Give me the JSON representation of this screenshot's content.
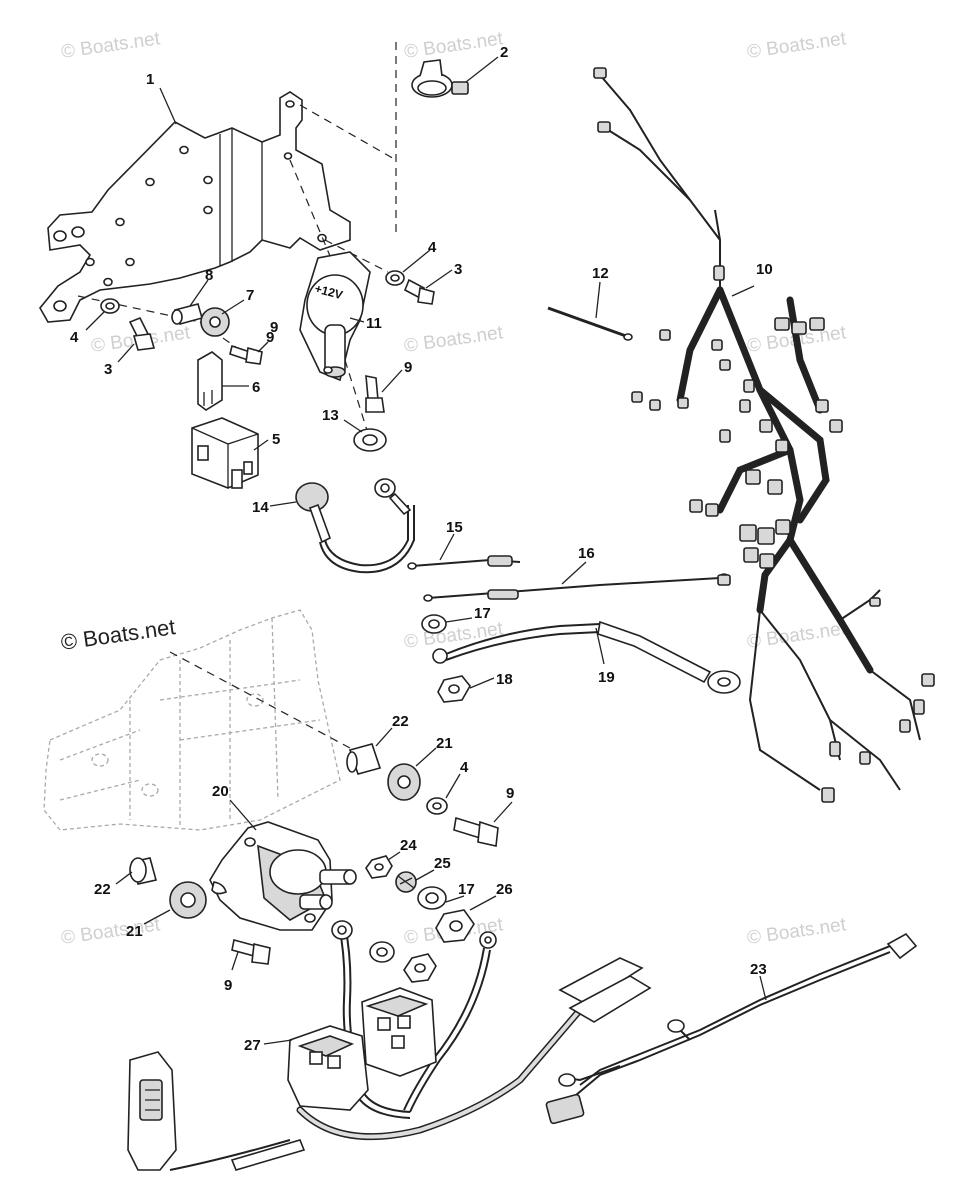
{
  "watermarks": [
    {
      "id": "wm-1",
      "text": "© Boats.net"
    },
    {
      "id": "wm-2",
      "text": "© Boats.net"
    },
    {
      "id": "wm-3",
      "text": "© Boats.net"
    },
    {
      "id": "wm-4",
      "text": "© Boats.net"
    },
    {
      "id": "wm-5",
      "text": "© Boats.net"
    },
    {
      "id": "wm-6",
      "text": "© Boats.net"
    },
    {
      "id": "wm-7",
      "text": "© Boats.net"
    },
    {
      "id": "wm-8",
      "text": "© Boats.net"
    },
    {
      "id": "wm-9",
      "text": "© Boats.net"
    },
    {
      "id": "wm-10",
      "text": "© Boats.net"
    }
  ],
  "component_label": "+12V",
  "callouts": [
    "1",
    "2",
    "3",
    "4",
    "3",
    "4",
    "5",
    "6",
    "7",
    "8",
    "9",
    "9",
    "10",
    "11",
    "9",
    "12",
    "13",
    "14",
    "15",
    "16",
    "17",
    "18",
    "19",
    "22",
    "21",
    "4",
    "9",
    "20",
    "24",
    "25",
    "17",
    "26",
    "22",
    "21",
    "9",
    "23",
    "27"
  ]
}
